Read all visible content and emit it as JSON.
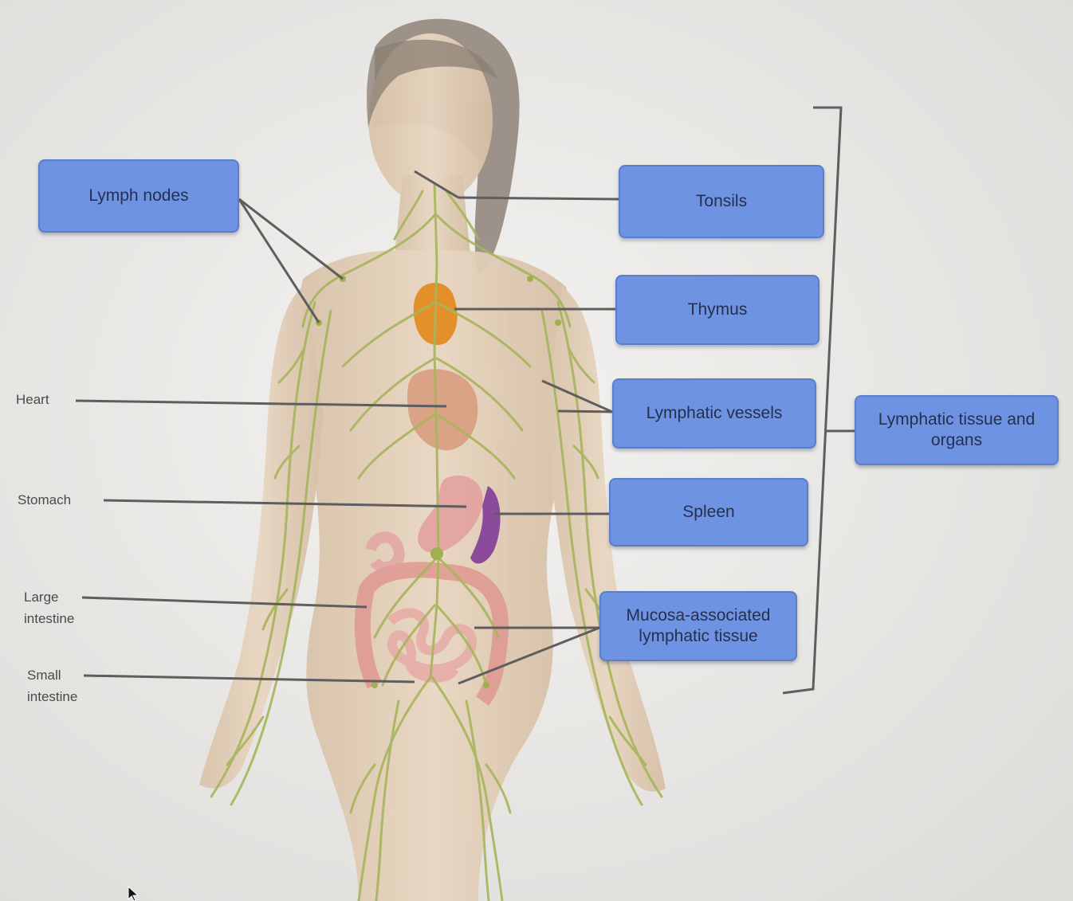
{
  "colors": {
    "box_fill": "#6f93e3",
    "box_border": "#5a7fc8",
    "leader_line": "#5e5e5e",
    "lymph_vessels": "#a6b55b",
    "thymus": "#e4902a",
    "spleen": "#8a4b9a",
    "skin": "#e2cfb9",
    "hair": "#8a7d72",
    "background": "#e9e8e6"
  },
  "boxes": {
    "lymph_nodes": "Lymph nodes",
    "tonsils": "Tonsils",
    "thymus": "Thymus",
    "lymphatic_vessels": "Lymphatic vessels",
    "spleen": "Spleen",
    "malt_line1": "Mucosa-associated",
    "malt_line2": "lymphatic tissue",
    "group_line1": "Lymphatic tissue and",
    "group_line2": "organs"
  },
  "organ_labels": {
    "heart": "Heart",
    "stomach": "Stomach",
    "large_intestine_1": "Large",
    "large_intestine_2": "intestine",
    "small_intestine_1": "Small",
    "small_intestine_2": "intestine"
  },
  "icons": {
    "cursor": "mouse-pointer-icon"
  }
}
